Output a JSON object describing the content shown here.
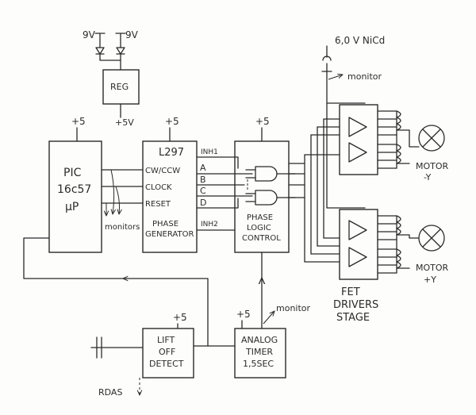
{
  "supply": {
    "left_battery": "9V",
    "right_battery": "9V",
    "nicd": "6,0 V NiCd"
  },
  "regulator": {
    "label": "REG",
    "output": "+5V"
  },
  "pic": {
    "line1": "PIC",
    "line2": "16c57",
    "line3": "µP",
    "supply": "+5",
    "monitors": "monitors"
  },
  "phase_generator": {
    "chip": "L297",
    "supply": "+5",
    "pins_in": [
      "CW/CCW",
      "CLOCK",
      "RESET"
    ],
    "pins_out": [
      "A",
      "B",
      "C",
      "D"
    ],
    "line1": "PHASE",
    "line2": "GENERATOR",
    "inh1": "INH1",
    "inh2": "INH2"
  },
  "phase_logic": {
    "supply": "+5",
    "line1": "PHASE",
    "line2": "LOGIC",
    "line3": "CONTROL"
  },
  "fet": {
    "line1": "FET",
    "line2": "DRIVERS",
    "line3": "STAGE",
    "monitor": "monitor"
  },
  "motors": {
    "top_line1": "MOTOR",
    "top_line2": "-Y",
    "bottom_line1": "MOTOR",
    "bottom_line2": "+Y"
  },
  "lift_off": {
    "supply": "+5",
    "line1": "LIFT",
    "line2": "OFF",
    "line3": "DETECT",
    "rdas": "RDAS"
  },
  "timer": {
    "supply": "+5",
    "line1": "ANALOG",
    "line2": "TIMER",
    "line3": "1,5SEC",
    "monitor": "monitor"
  }
}
